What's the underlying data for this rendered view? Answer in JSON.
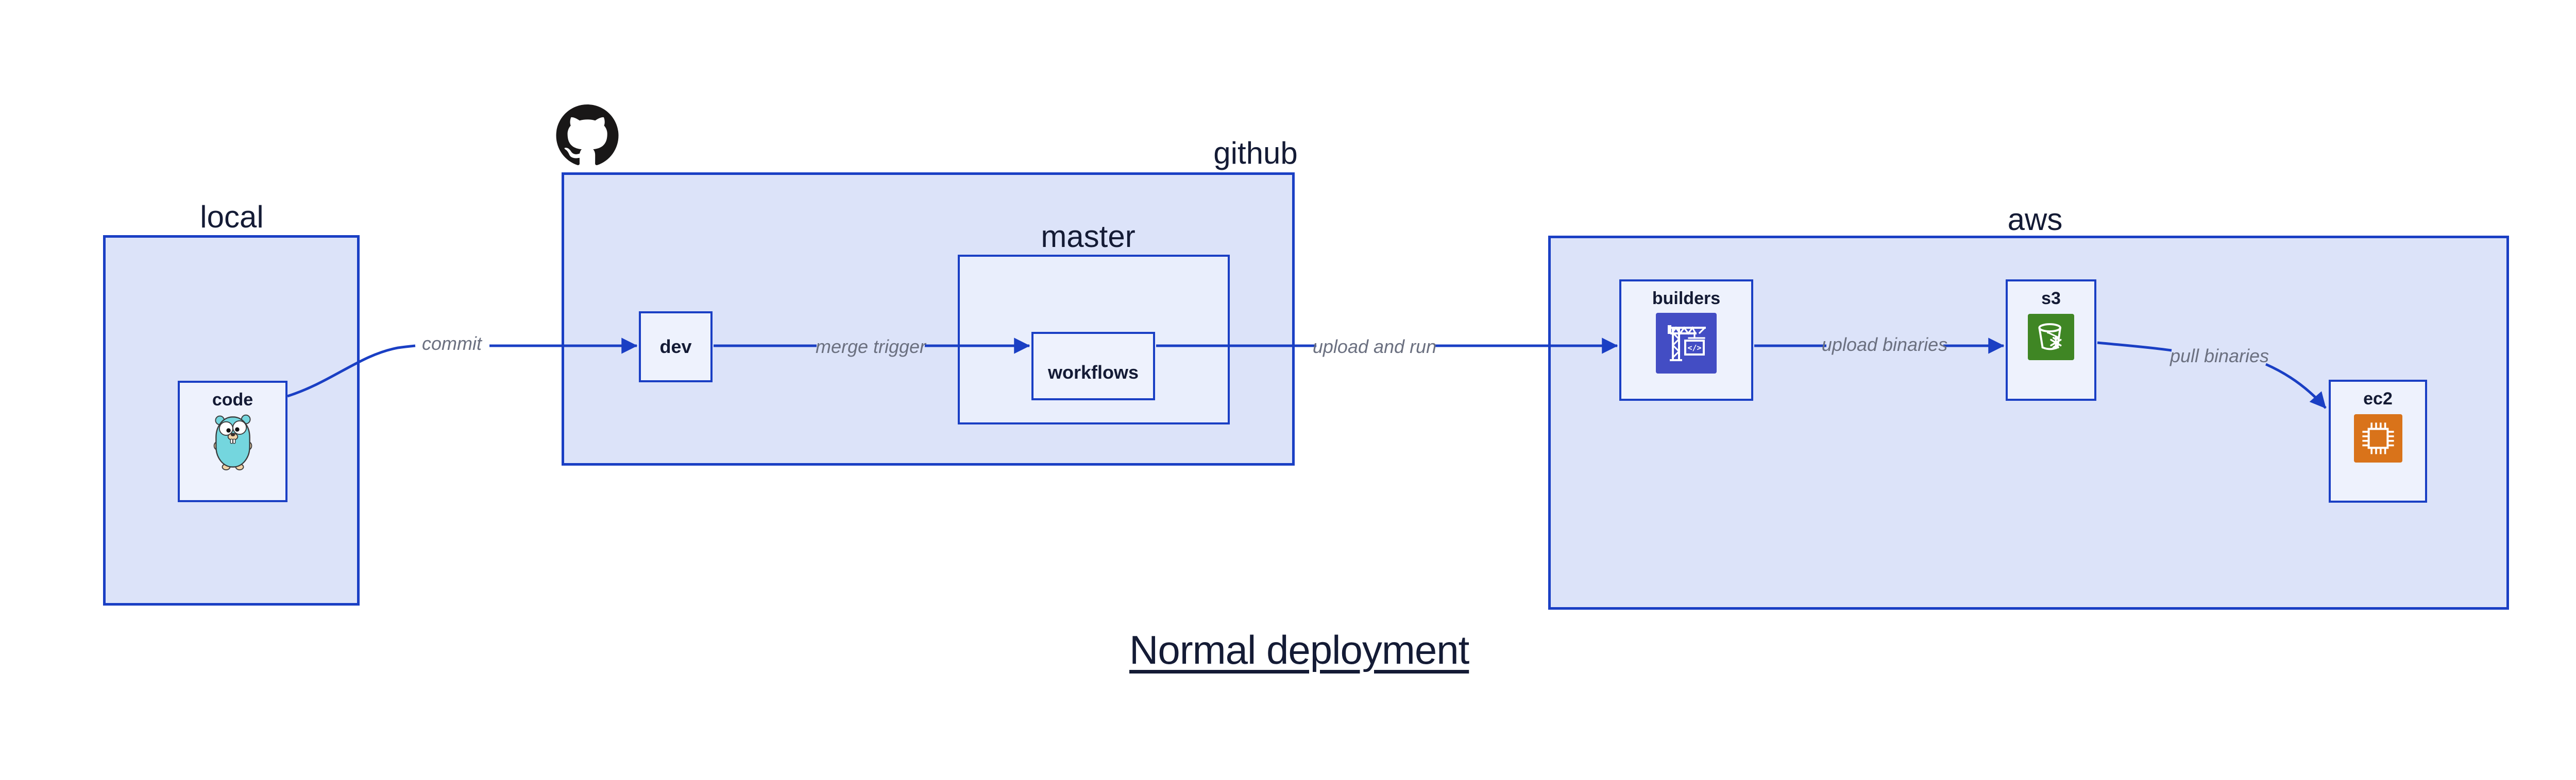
{
  "title": "Normal deployment",
  "groups": {
    "local": {
      "label": "local"
    },
    "github": {
      "label": "github"
    },
    "master": {
      "label": "master"
    },
    "aws": {
      "label": "aws"
    }
  },
  "nodes": {
    "code": {
      "label": "code",
      "icon": "go-gopher-icon"
    },
    "dev": {
      "label": "dev"
    },
    "workflows": {
      "label": "workflows"
    },
    "builders": {
      "label": "builders",
      "icon": "aws-codebuild-icon"
    },
    "s3": {
      "label": "s3",
      "icon": "aws-s3-glacier-icon"
    },
    "ec2": {
      "label": "ec2",
      "icon": "aws-ec2-icon"
    }
  },
  "edges": [
    {
      "id": "commit",
      "label": "commit",
      "from": "code",
      "to": "dev"
    },
    {
      "id": "merge-trigger",
      "label": "merge trigger",
      "from": "dev",
      "to": "workflows"
    },
    {
      "id": "upload-and-run",
      "label": "upload and run",
      "from": "workflows",
      "to": "builders"
    },
    {
      "id": "upload-binaries",
      "label": "upload binaries",
      "from": "builders",
      "to": "s3"
    },
    {
      "id": "pull-binaries",
      "label": "pull binaries",
      "from": "s3",
      "to": "ec2"
    }
  ],
  "logo": {
    "label": "github-octocat-logo"
  },
  "colors": {
    "group_fill": "#dce3f9",
    "master_fill": "#e9eefc",
    "node_fill": "#eef2fd",
    "border_blue": "#1a3fc4",
    "text_navy": "#141b35",
    "edge_label_gray": "#6b7080",
    "codebuild_purple": "#434dc4",
    "s3_green": "#3f8624",
    "ec2_orange": "#d9731a",
    "gopher_teal": "#74d6de",
    "octocat_black": "#191717"
  }
}
